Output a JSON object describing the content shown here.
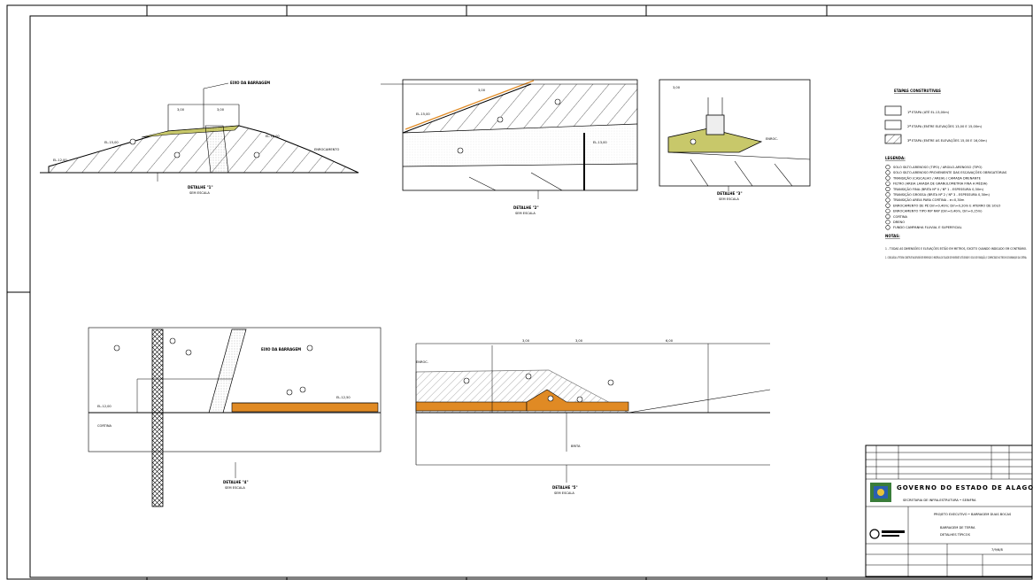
{
  "legend": {
    "title": "ETAPAS CONSTRUTIVAS",
    "stage1": "1ª ETAPA (ATÉ EL.13,00m)",
    "stage2": "2ª ETAPA (ENTRE ELEVAÇÕES 13,00 E 15,00m)",
    "stage3": "3ª ETAPA (ENTRE AS ELEVAÇÕES 15,00 E 16,00m)",
    "legenda_title": "LEGENDA:",
    "items": [
      "SOLO SILTO-ARENOSO (TIPO) / ARGILO-ARENOSO (TIPO)",
      "SOLO SILTO-ARENOSO PROVENIENTE DAS ESCAVAÇÕES OBRIGATÓRIAS",
      "TRANSIÇÃO (CASCALHO / AREIA) / CAMADA DRENANTE",
      "FILTRO (AREIA LAVADA DE GRANULOMETRIA FINA A MÉDIA)",
      "TRANSIÇÃO FINA (BRITA Nº 0 / Nº 1 - ESPESSURA 0,30m)",
      "TRANSIÇÃO GROSSA (BRITA Nº 2 / Nº 3 - ESPESSURA 0,30m)",
      "TRANSIÇÃO AREIA PARA CORTINA - e=0,30m",
      "ENROCAMENTO DE PÉ Dm=0,40m; Dm=0,20m E ATERRO DE SOLO",
      "ENROCAMENTO TIPO RIP RAP (Dm=0,40m, Dm=0,15m)",
      "CORTINA",
      "DRENO",
      "FUNDO CAMPANHA FLUVIAL E SUPERFICIAL"
    ],
    "notes_title": "NOTAS:",
    "note1": "1 - TODAS AS DIMENSÕES E ELEVAÇÕES ESTÃO EM METROS, EXCETO QUANDO INDICADO EM CONTRÁRIO.",
    "note2": "2 - CONCLUÍDA A 1ª ETAPA CONSTRUTIVA DEVERÁ SER REMOVIDO O MATERIAL DO TALUDE DE MONTANTE ATÉ ATINGIR O SOLO DE FUNDAÇÃO, E COMPACTADO NO TRECHO DE ARRANQUE DA CORTINA."
  },
  "details": [
    {
      "id": "det1",
      "label": "DETALHE \"1\"",
      "scale": "SEM ESCALA"
    },
    {
      "id": "det2",
      "label": "DETALHE \"2\"",
      "scale": "SEM ESCALA"
    },
    {
      "id": "det3",
      "label": "DETALHE \"3\"",
      "scale": "SEM ESCALA"
    },
    {
      "id": "det4",
      "label": "DETALHE \"4\"",
      "scale": "SEM ESCALA"
    },
    {
      "id": "det5",
      "label": "DETALHE \"5\"",
      "scale": "SEM ESCALA"
    }
  ],
  "drawing_labels": {
    "crest": "EIXO DA BARRAGEM",
    "crest2": "EIXO DA BARRAGEM",
    "ref_level": "EL. 15,00"
  },
  "title_block": {
    "gov": "GOVERNO DO ESTADO DE ALAGOAS",
    "secretaria": "SECRETARIA DE INFRA-ESTRUTURA • SEINFRA",
    "project": "PROJETO EXECUTIVO • BARRAGEM DUAS BOCAS",
    "subject1": "BARRAGEM DE TERRA",
    "subject2": "DETALHES TÍPICOS",
    "sheet": "7/9/6/8"
  },
  "colors": {
    "line": "#000000",
    "filter_orange": "#e08a24",
    "core_green": "#c8c86a",
    "fill_grey": "#eeeeee"
  }
}
